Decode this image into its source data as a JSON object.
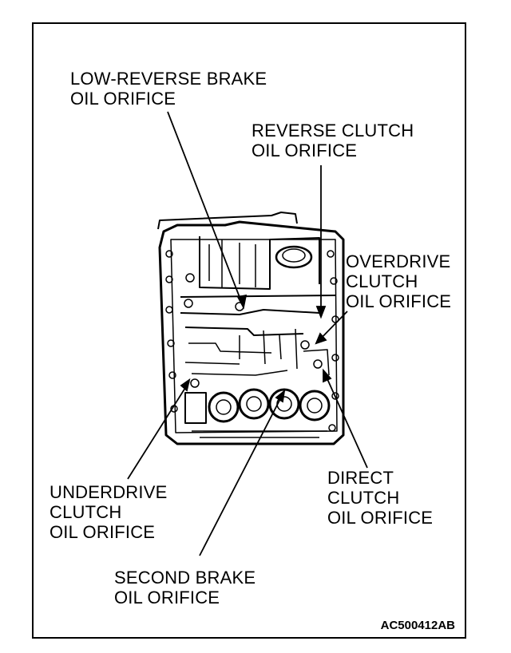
{
  "labels": {
    "low_reverse_brake": [
      "LOW-REVERSE BRAKE",
      "OIL ORIFICE"
    ],
    "reverse_clutch": [
      "REVERSE CLUTCH",
      "OIL ORIFICE"
    ],
    "overdrive_clutch": [
      "OVERDRIVE",
      "CLUTCH",
      "OIL ORIFICE"
    ],
    "underdrive_clutch": [
      "UNDERDRIVE",
      "CLUTCH",
      "OIL ORIFICE"
    ],
    "direct_clutch": [
      "DIRECT",
      "CLUTCH",
      "OIL ORIFICE"
    ],
    "second_brake": [
      "SECOND BRAKE",
      "OIL ORIFICE"
    ]
  },
  "figure_id": "AC500412AB"
}
